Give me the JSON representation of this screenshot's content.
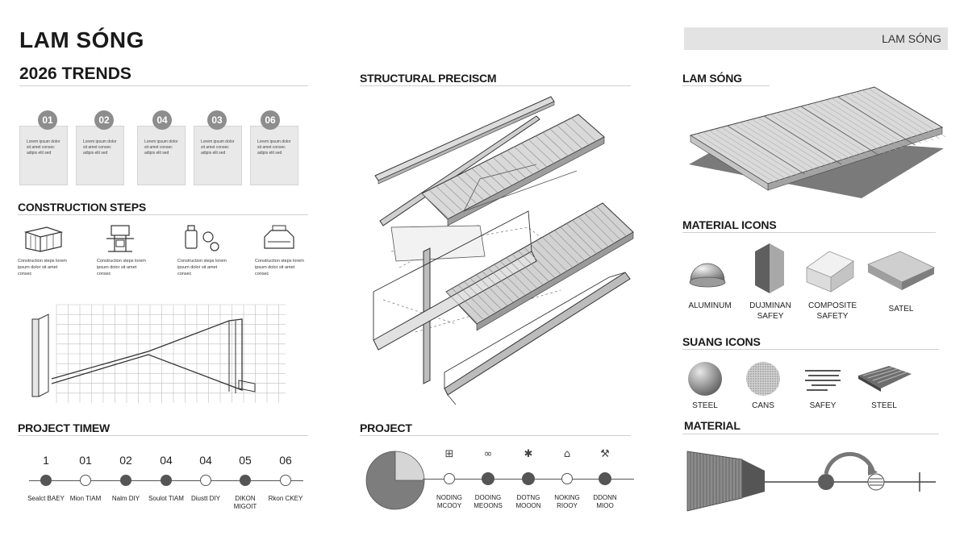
{
  "header": {
    "title": "LAM SÓNG",
    "subtitle": "2026 TRENDS",
    "corner_box": "LAM SÓNG"
  },
  "trend_cards": [
    {
      "number": "01",
      "text": "Lorem ipsum dolor sit amet consec adipis elit sed"
    },
    {
      "number": "02",
      "text": "Lorem ipsum dolor sit amet consec adipis elit sed"
    },
    {
      "number": "04",
      "text": "Lorem ipsum dolor sit amet consec adipis elit sed"
    },
    {
      "number": "03",
      "text": "Lorem ipsum dolor sit amet consec adipis elit sed"
    },
    {
      "number": "06",
      "text": "Lorem ipsum dolor sit amet consec adipis elit sed"
    }
  ],
  "construction": {
    "heading": "CONSTRUCTION STEPS",
    "steps": [
      {
        "icon": "panel-assembly-icon",
        "text": "Construction steps lorem ipsum dolor sit amet consec"
      },
      {
        "icon": "clamp-fixture-icon",
        "text": "Construction steps lorem ipsum dolor sit amet consec"
      },
      {
        "icon": "fastener-tools-icon",
        "text": "Construction steps lorem ipsum dolor sit amet consec"
      },
      {
        "icon": "roof-mount-icon",
        "text": "Construction steps lorem ipsum dolor sit amet consec"
      }
    ]
  },
  "timeline": {
    "heading": "PROJECT TIMEW",
    "items": [
      {
        "num": "1",
        "label": "Sealct BAEY",
        "filled": true
      },
      {
        "num": "01",
        "label": "Mion TIAM",
        "filled": false
      },
      {
        "num": "02",
        "label": "Nalm DIY",
        "filled": true
      },
      {
        "num": "04",
        "label": "Soulot TIAM",
        "filled": true
      },
      {
        "num": "04",
        "label": "Diustt DIY",
        "filled": false
      },
      {
        "num": "05",
        "label": "DIKON MIGOIT",
        "filled": true
      },
      {
        "num": "06",
        "label": "Rkon CKEY",
        "filled": false
      }
    ]
  },
  "structural": {
    "heading": "STRUCTURAL PRECISCM"
  },
  "project": {
    "heading": "PROJECT",
    "pie": [
      {
        "value": 75
      },
      {
        "value": 25
      }
    ],
    "steps": [
      {
        "icon": "grid-squares-icon",
        "label": "NODING MCOOY",
        "filled": false
      },
      {
        "icon": "loop-nodes-icon",
        "label": "DOOING MEOONS",
        "filled": true
      },
      {
        "icon": "gear-plant-icon",
        "label": "DOTNG MOOON",
        "filled": true
      },
      {
        "icon": "signal-tower-icon",
        "label": "NOKING RIOOY",
        "filled": false
      },
      {
        "icon": "tool-icon",
        "label": "DDONN MIOO",
        "filled": true
      }
    ]
  },
  "right": {
    "lam_heading": "LAM SÓNG",
    "material_icons_heading": "MATERIAL ICONS",
    "material_icons": [
      {
        "icon": "dome-icon",
        "label": "ALUMINUM"
      },
      {
        "icon": "prism-icon",
        "label": "DUJMINAN SAFEY"
      },
      {
        "icon": "cube-icon",
        "label": "COMPOSITE SAFETY"
      },
      {
        "icon": "slab-icon",
        "label": "SATEL"
      }
    ],
    "suang_heading": "SUANG ICONS",
    "suang_icons": [
      {
        "icon": "steel-sphere-icon",
        "label": "STEEL"
      },
      {
        "icon": "textured-sphere-icon",
        "label": "CANS"
      },
      {
        "icon": "stripes-icon",
        "label": "SAFEY"
      },
      {
        "icon": "corrugated-sheet-icon",
        "label": "STEEL"
      }
    ],
    "material_heading": "MATERIAL"
  }
}
